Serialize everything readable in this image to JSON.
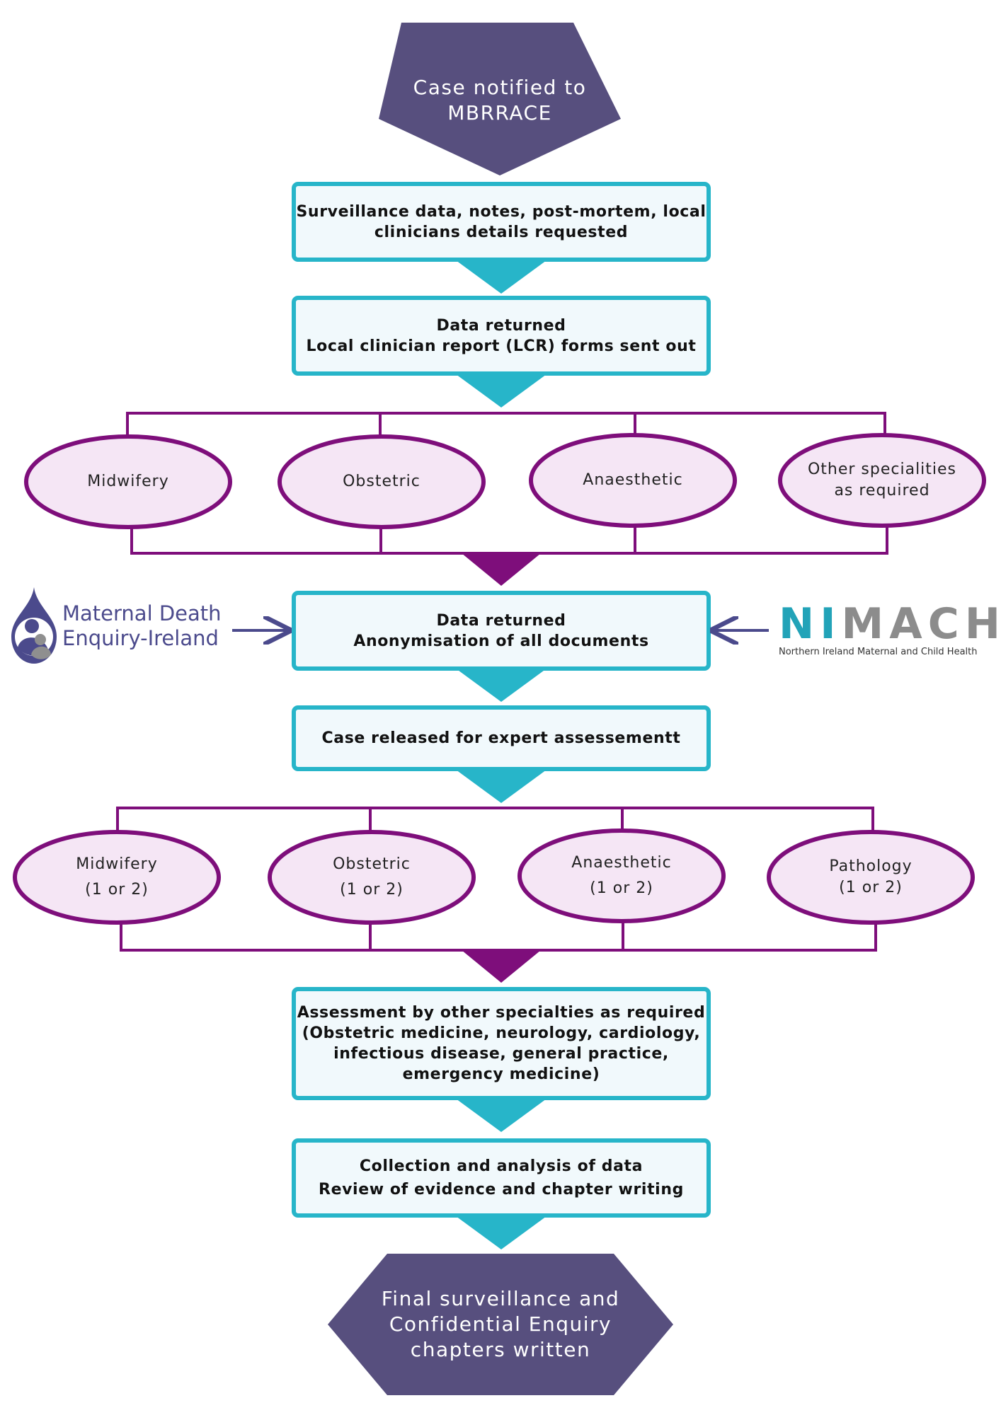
{
  "colors": {
    "hexagon_fill": "#574f7e",
    "box_border": "#27b5c9",
    "box_fill": "#f1f9fc",
    "box_connector": "#27b5c9",
    "oval_border": "#7e0e7b",
    "oval_fill": "#f5e6f5",
    "bracket": "#7e0e7b",
    "logo_purple": "#4b4a8c",
    "nimach_teal": "#22a3b8",
    "nimach_grey": "#8c8c8c"
  },
  "start_node": {
    "lines": [
      "Case notified to",
      "MBRRACE"
    ]
  },
  "steps": [
    {
      "lines": [
        "Surveillance data, notes, post-mortem, local",
        "clinicians details requested"
      ]
    },
    {
      "lines": [
        "Data returned",
        "Local clinician report (LCR) forms sent out"
      ]
    },
    {
      "lines": [
        "Data returned",
        "Anonymisation of all documents"
      ]
    },
    {
      "lines": [
        "Case released for expert assessementt"
      ]
    },
    {
      "lines": [
        "Assessment by other specialties as required",
        "(Obstetric medicine, neurology, cardiology,",
        "infectious disease, general practice,",
        "emergency medicine)"
      ]
    },
    {
      "lines": [
        "Collection and analysis of data",
        "Review of evidence and chapter writing"
      ]
    }
  ],
  "first_review_group": [
    {
      "lines": [
        "Midwifery"
      ]
    },
    {
      "lines": [
        "Obstetric"
      ]
    },
    {
      "lines": [
        "Anaesthetic"
      ]
    },
    {
      "lines": [
        "Other specialities",
        "as required"
      ]
    }
  ],
  "second_review_group": [
    {
      "lines": [
        "Midwifery",
        "(1 or 2)"
      ]
    },
    {
      "lines": [
        "Obstetric",
        "(1 or 2)"
      ]
    },
    {
      "lines": [
        "Anaesthetic",
        "(1 or 2)"
      ]
    },
    {
      "lines": [
        "Pathology",
        "(1 or 2)"
      ]
    }
  ],
  "end_node": {
    "lines": [
      "Final surveillance and",
      "Confidential Enquiry",
      "chapters written"
    ]
  },
  "logos": {
    "left": {
      "lines": [
        "Maternal Death",
        "Enquiry-Ireland"
      ]
    },
    "right": {
      "first": "NI",
      "rest": "MACH",
      "tagline": "Northern Ireland Maternal and Child Health"
    }
  }
}
